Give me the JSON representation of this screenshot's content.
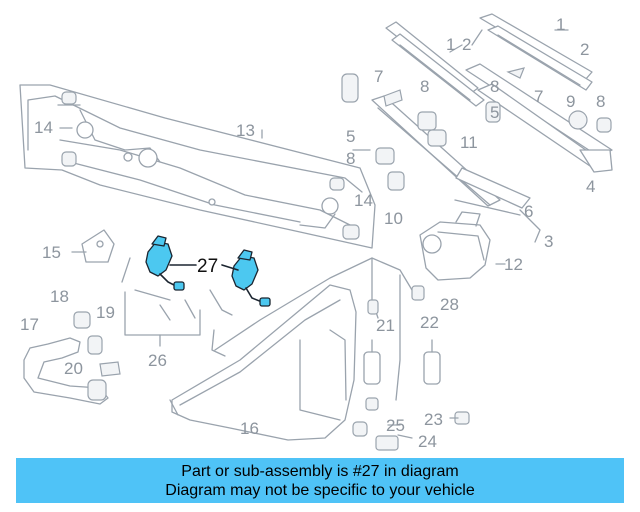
{
  "diagram": {
    "highlighted_part": "27",
    "callouts": {
      "c1a": "1",
      "c1b": "1",
      "c2a": "2",
      "c2b": "2",
      "c3": "3",
      "c4": "4",
      "c5a": "5",
      "c5b": "5",
      "c6": "6",
      "c7a": "7",
      "c7b": "7",
      "c8a": "8",
      "c8b": "8",
      "c8c": "8",
      "c8d": "8",
      "c9": "9",
      "c10": "10",
      "c11": "11",
      "c12": "12",
      "c13": "13",
      "c14a": "14",
      "c14b": "14",
      "c15": "15",
      "c16": "16",
      "c17": "17",
      "c18": "18",
      "c19": "19",
      "c20": "20",
      "c21": "21",
      "c22": "22",
      "c23": "23",
      "c24": "24",
      "c25": "25",
      "c26": "26",
      "c27": "27",
      "c28": "28"
    },
    "colors": {
      "highlight": "#4cc8f0",
      "line": "#9aa3ad",
      "banner": "#4fc3f7"
    }
  },
  "banner": {
    "line1": "Part or sub-assembly is #27 in diagram",
    "line2": "Diagram may not be specific to your vehicle"
  }
}
